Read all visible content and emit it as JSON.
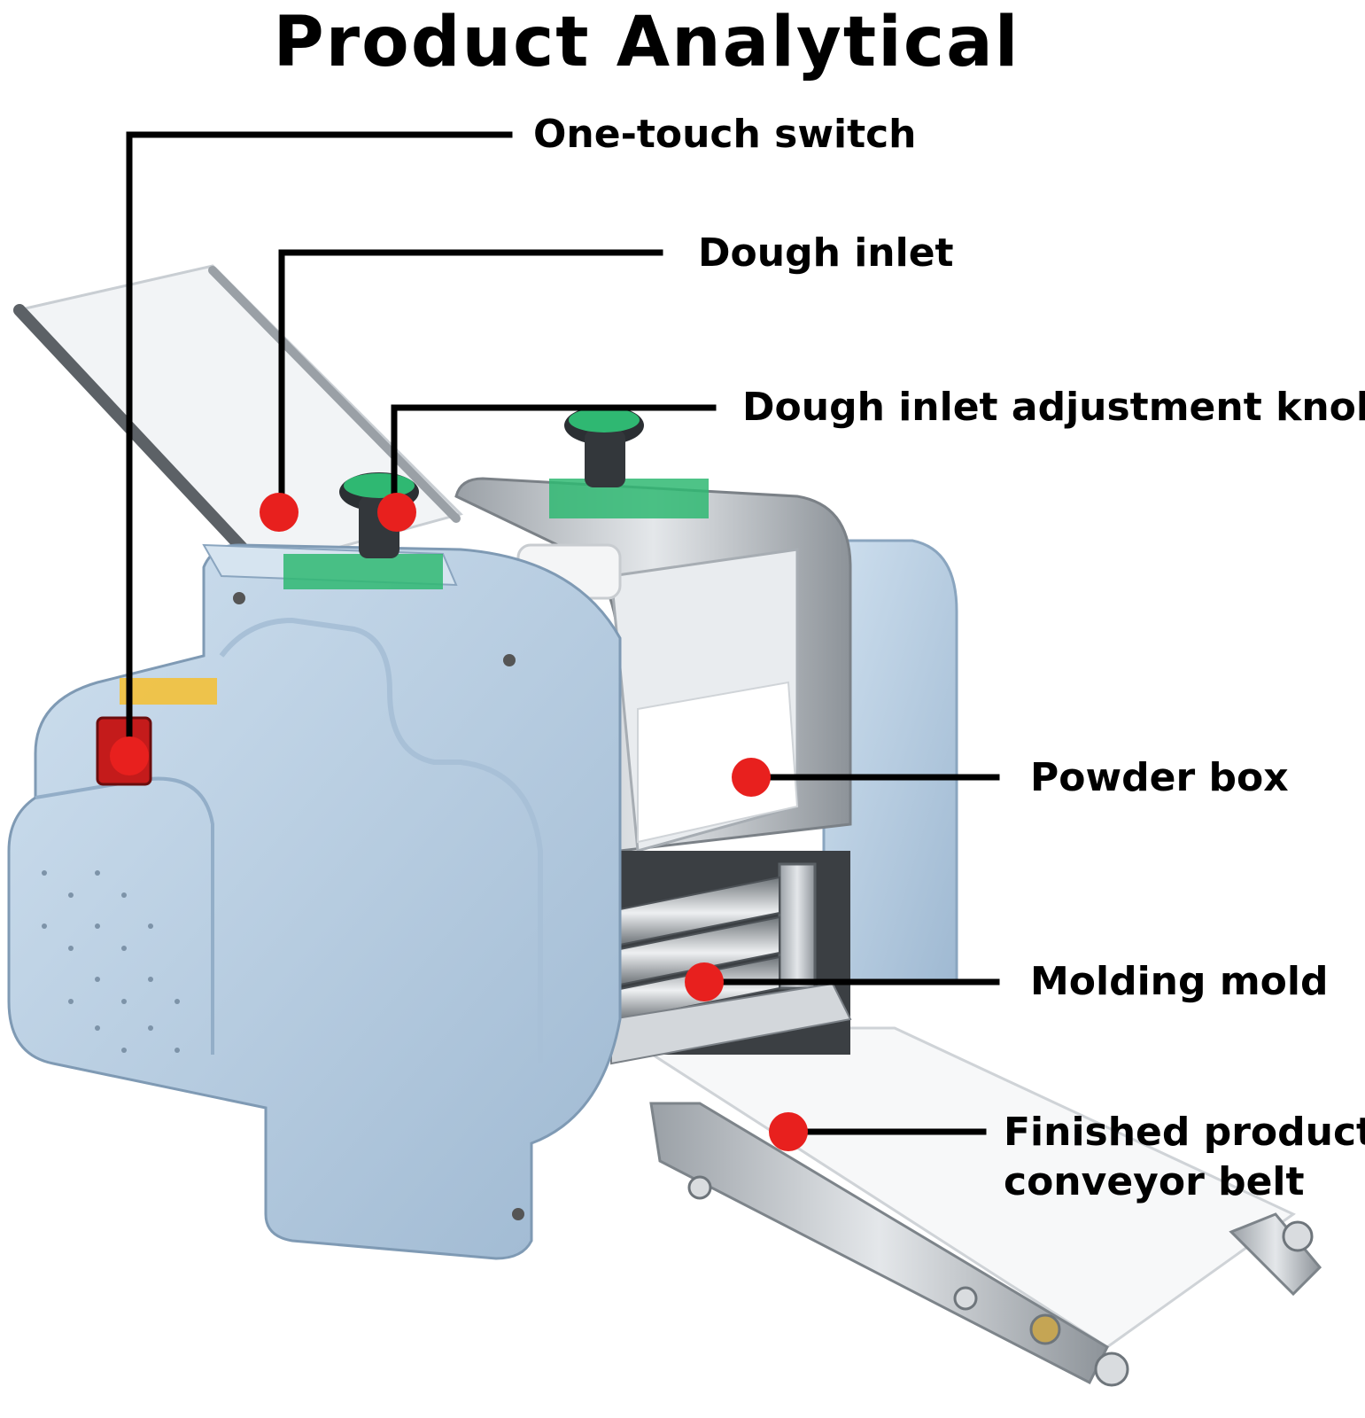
{
  "title": "Product Analytical",
  "callouts": {
    "switch": "One-touch switch",
    "dough_inlet": "Dough inlet",
    "knob": "Dough inlet adjustment knob",
    "powder_box": "Powder box",
    "molding_mold": "Molding mold",
    "conveyor_line1": "Finished product",
    "conveyor_line2": "conveyor belt"
  },
  "colors": {
    "body": "#b9cfe3",
    "body_dark": "#93aec8",
    "marker": "#e8201e",
    "steel": "#c8ccd0",
    "label_green": "#2fb872"
  }
}
